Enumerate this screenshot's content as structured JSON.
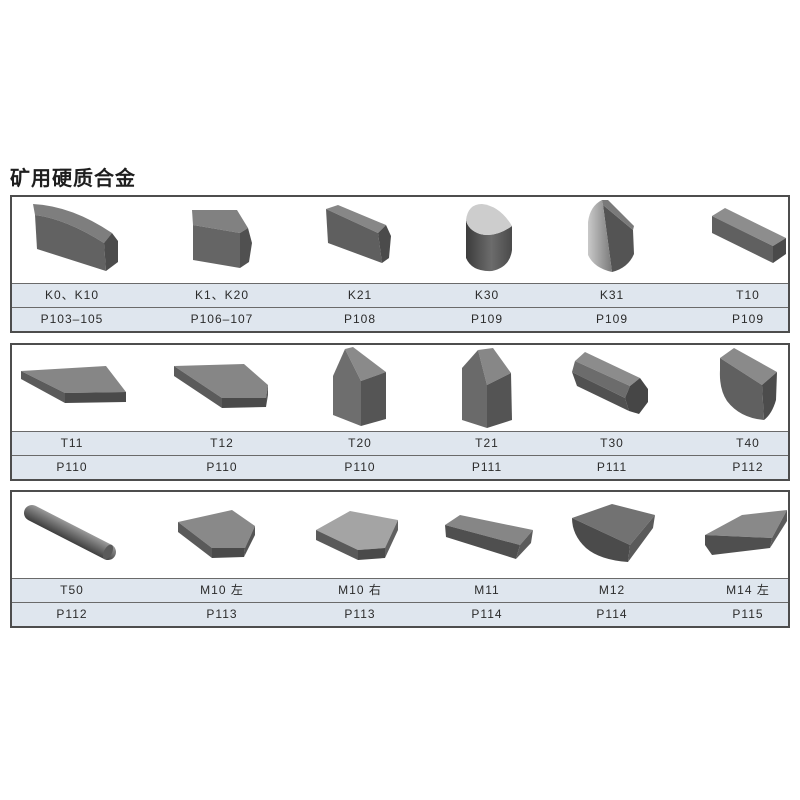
{
  "title": "矿用硬质合金",
  "colors": {
    "label_row_bg": "#dfe6ee",
    "panel_border": "#4d4d4d"
  },
  "panels": [
    {
      "items": [
        {
          "name": "K0、K10",
          "page": "P103–105"
        },
        {
          "name": "K1、K20",
          "page": "P106–107"
        },
        {
          "name": "K21",
          "page": "P108"
        },
        {
          "name": "K30",
          "page": "P109"
        },
        {
          "name": "K31",
          "page": "P109"
        },
        {
          "name": "T10",
          "page": "P109"
        }
      ]
    },
    {
      "items": [
        {
          "name": "T11",
          "page": "P110"
        },
        {
          "name": "T12",
          "page": "P110"
        },
        {
          "name": "T20",
          "page": "P110"
        },
        {
          "name": "T21",
          "page": "P111"
        },
        {
          "name": "T30",
          "page": "P111"
        },
        {
          "name": "T40",
          "page": "P112"
        }
      ]
    },
    {
      "items": [
        {
          "name": "T50",
          "page": "P112"
        },
        {
          "name": "M10 左",
          "page": "P113"
        },
        {
          "name": "M10 右",
          "page": "P113"
        },
        {
          "name": "M11",
          "page": "P114"
        },
        {
          "name": "M12",
          "page": "P114"
        },
        {
          "name": "M14 左",
          "page": "P115"
        }
      ]
    }
  ]
}
